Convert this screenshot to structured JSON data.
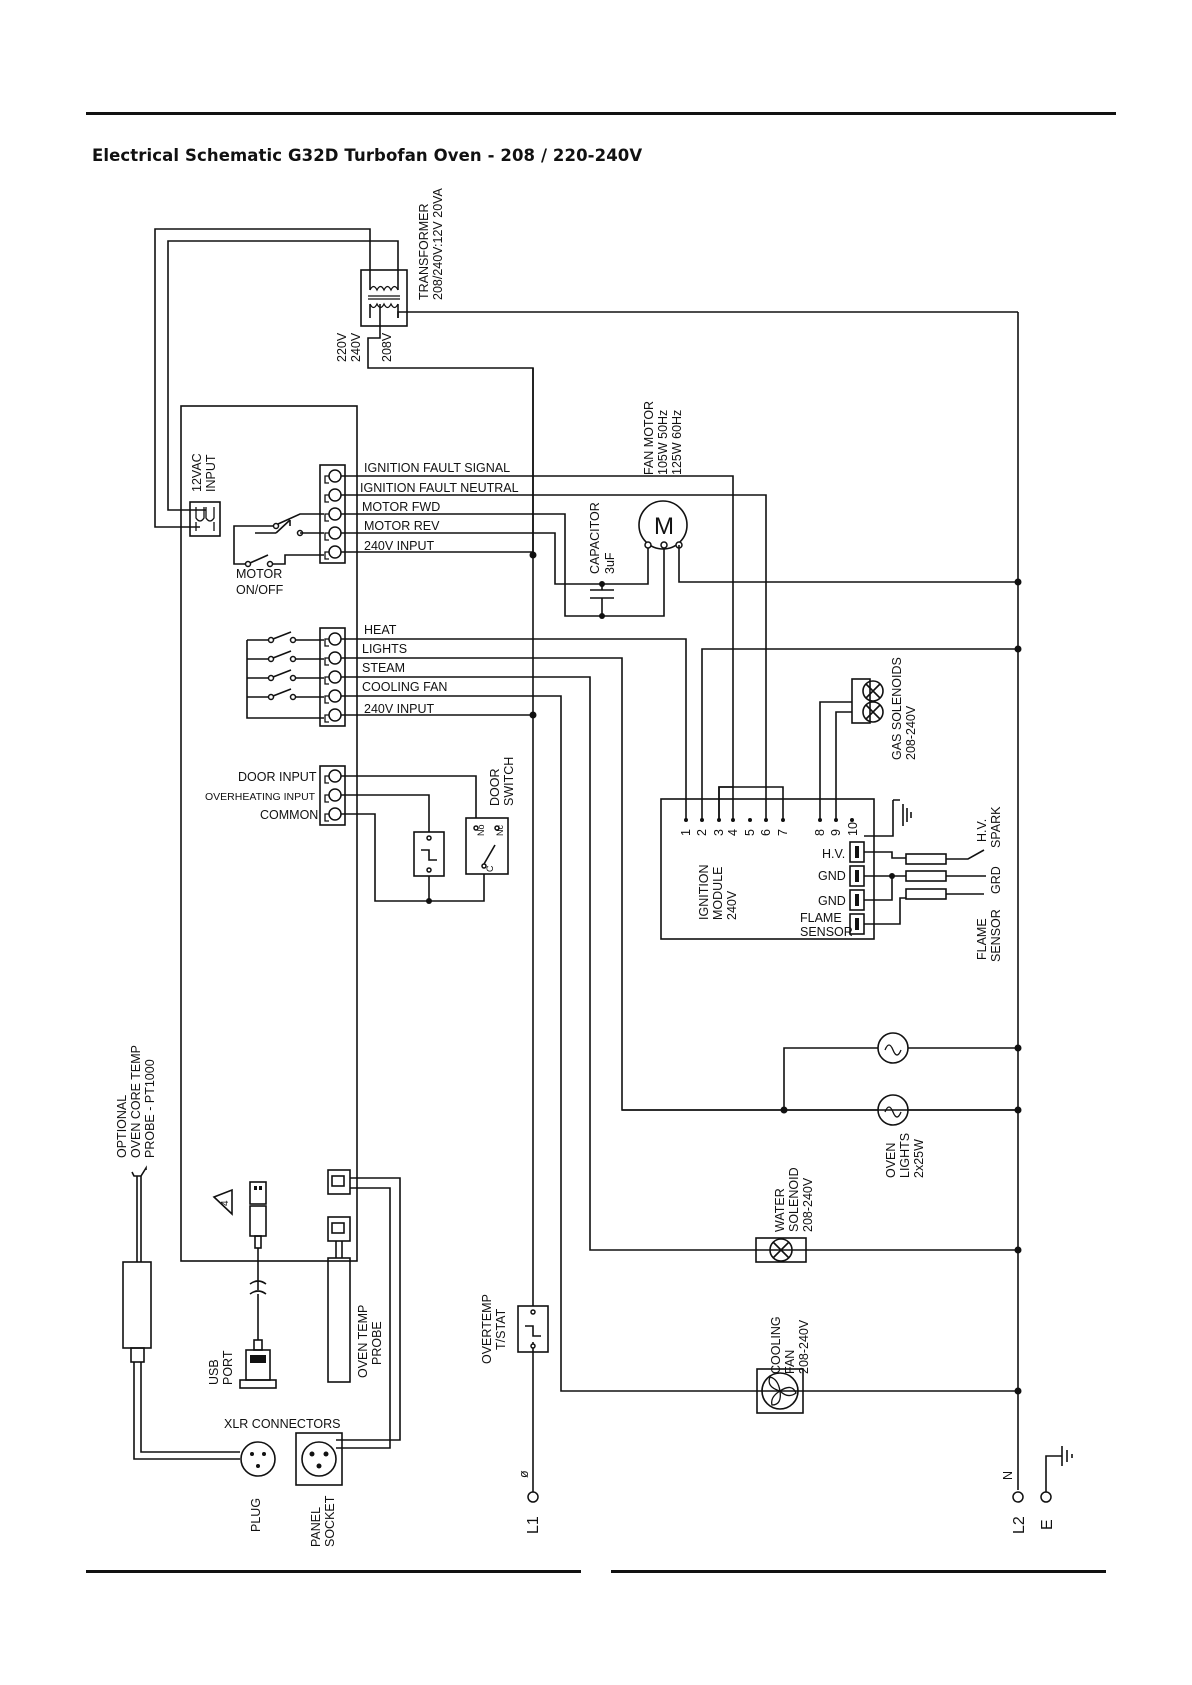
{
  "title": "Electrical Schematic G32D Turbofan Oven - 208 / 220-240V",
  "transformer": {
    "label": "TRANSFORMER",
    "rating": "208/240V:12V 20VA",
    "tap_220": "220V",
    "tap_240": "240V",
    "tap_208": "208V"
  },
  "ac_input": {
    "line1": "12VAC",
    "line2": "INPUT"
  },
  "top_terminals": [
    "IGNITION FAULT SIGNAL",
    "IGNITION FAULT NEUTRAL",
    "MOTOR FWD",
    "MOTOR REV",
    "240V INPUT"
  ],
  "motor_switch": {
    "line1": "MOTOR",
    "line2": "ON/OFF"
  },
  "fan_motor": {
    "line1": "FAN MOTOR",
    "line2": "105W 50Hz",
    "line3": "125W 60Hz",
    "symbol": "M"
  },
  "capacitor": {
    "line1": "CAPACITOR",
    "line2": "3uF"
  },
  "mid_terminals": [
    "HEAT",
    "LIGHTS",
    "STEAM",
    "COOLING FAN",
    "240V INPUT"
  ],
  "gas_solenoids": {
    "line1": "GAS SOLENOIDS",
    "line2": "208-240V"
  },
  "door_terminals": [
    "DOOR INPUT",
    "OVERHEATING INPUT",
    "COMMON"
  ],
  "door_switch": {
    "line1": "DOOR",
    "line2": "SWITCH",
    "no": "No",
    "nc": "Nc",
    "c": "C"
  },
  "ignition_module": {
    "pins": [
      "1",
      "2",
      "3",
      "4",
      "5",
      "6",
      "7",
      "8",
      "9",
      "10"
    ],
    "line1": "IGNITION",
    "line2": "MODULE",
    "line3": "240V",
    "hv": "H.V.",
    "gnd1": "GND",
    "gnd2": "GND",
    "flame1": "FLAME",
    "flame2": "SENSOR"
  },
  "spark": {
    "hv_line1": "H.V.",
    "hv_line2": "SPARK",
    "grd": "GRD",
    "flame1": "FLAME",
    "flame2": "SENSOR"
  },
  "oven_lights": {
    "line1": "OVEN",
    "line2": "LIGHTS",
    "line3": "2x25W"
  },
  "probe_core": {
    "line1": "OPTIONAL",
    "line2": "OVEN CORE TEMP",
    "line3": "PROBE - PT1000"
  },
  "note_marker": "4",
  "usb": {
    "line1": "USB",
    "line2": "PORT"
  },
  "oven_probe": {
    "line1": "OVEN TEMP",
    "line2": "PROBE"
  },
  "xlr": {
    "label": "XLR CONNECTORS",
    "plug": "PLUG",
    "socket1": "PANEL",
    "socket2": "SOCKET"
  },
  "water_solenoid": {
    "line1": "WATER",
    "line2": "SOLENOID",
    "line3": "208-240V"
  },
  "overtemp": {
    "line1": "OVERTEMP",
    "line2": "T/STAT"
  },
  "cooling_fan": {
    "line1": "COOLING",
    "line2": "FAN",
    "line3": "208-240V"
  },
  "supply": {
    "l1_phase": "ø",
    "l1": "L1",
    "l2_n": "N",
    "l2": "L2",
    "earth": "E"
  }
}
